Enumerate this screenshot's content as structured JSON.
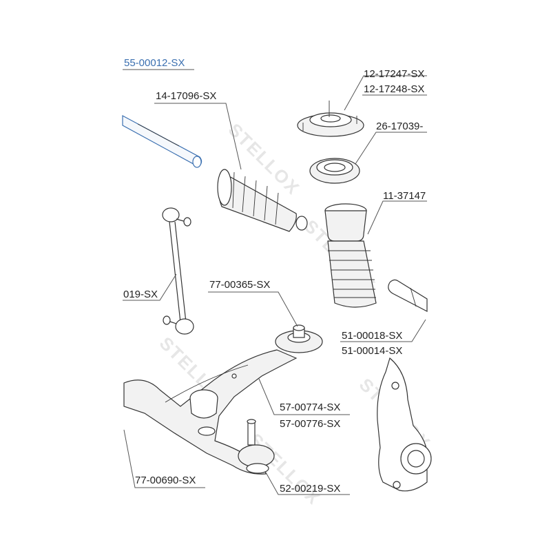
{
  "watermark": {
    "text": "STELLOX"
  },
  "labels": {
    "p55": "55-00012-SX",
    "p14": "14-17096-SX",
    "p12a": "12-17247-SX",
    "p12b": "12-17248-SX",
    "p26": "26-17039-",
    "p11": "11-37147",
    "p019": "019-SX",
    "p77a": "77-00365-SX",
    "p51a": "51-00018-SX",
    "p51b": "51-00014-SX",
    "p57a": "57-00774-SX",
    "p57b": "57-00776-SX",
    "p77b": "77-00690-SX",
    "p52": "52-00219-SX"
  },
  "colors": {
    "accent": "#3a6fb0",
    "ink": "#222222"
  }
}
